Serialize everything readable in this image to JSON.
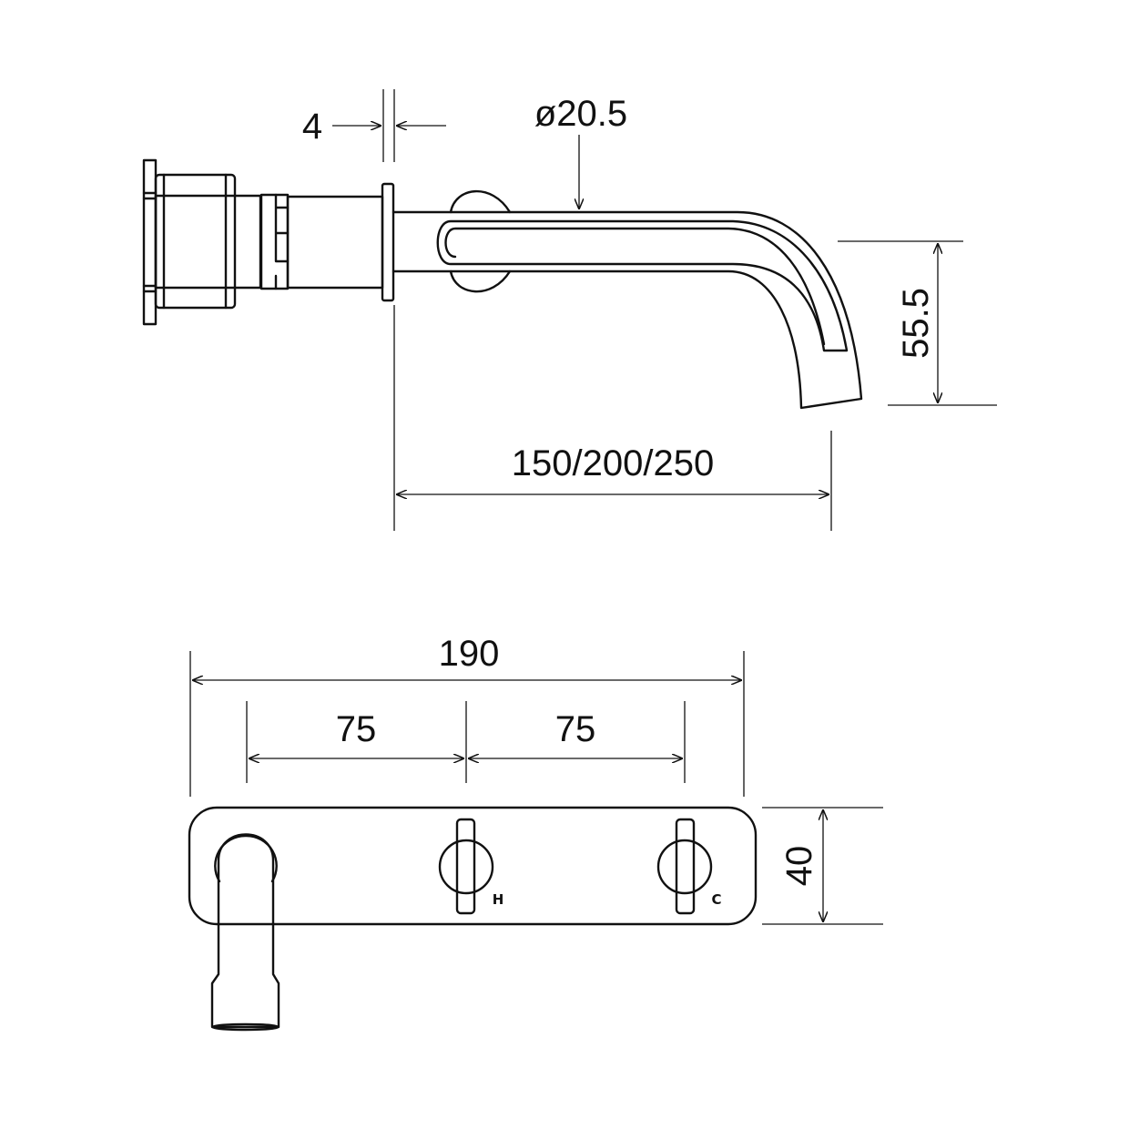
{
  "side_view": {
    "dimensions": {
      "plate_thickness": "4",
      "spout_diameter": "ø20.5",
      "spout_height": "55.5",
      "spout_reach": "150/200/250"
    }
  },
  "front_view": {
    "dimensions": {
      "overall_width": "190",
      "centre_left": "75",
      "centre_right": "75",
      "plate_height": "40"
    },
    "labels": {
      "hot": "H",
      "cold": "C"
    }
  }
}
